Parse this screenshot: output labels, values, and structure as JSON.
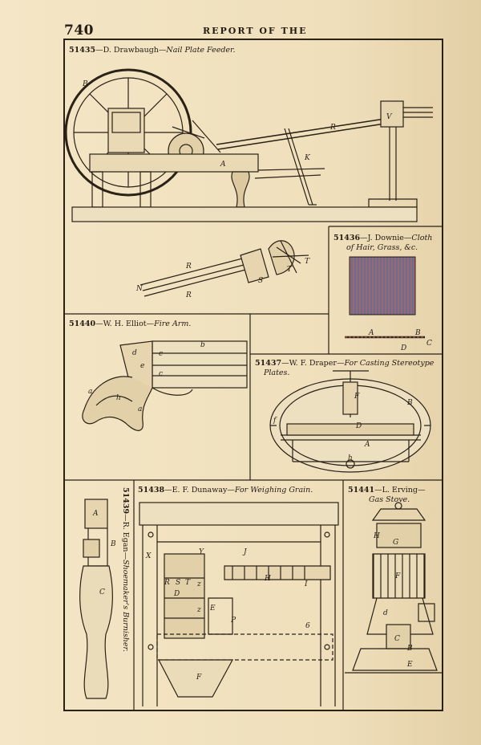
{
  "page_number": "740",
  "running_header": "REPORT OF THE",
  "figures": [
    {
      "number": "51435",
      "inventor": "D. Drawbaugh",
      "title": "Nail Plate Feeder."
    },
    {
      "number": "51436",
      "inventor": "J. Downie",
      "title": "Cloth of Hair, Grass, &c.",
      "title_line1": "Cloth",
      "title_line2": "of Hair, Grass, &c."
    },
    {
      "number": "51440",
      "inventor": "W. H. Elliot",
      "title": "Fire Arm."
    },
    {
      "number": "51437",
      "inventor": "W. F. Draper",
      "title": "For Casting Stereotype Plates.",
      "title_line1": "For Casting Stereotype",
      "title_line2": "Plates."
    },
    {
      "number": "51439",
      "inventor": "R. Egan",
      "title": "Shoemaker's Burnisher."
    },
    {
      "number": "51438",
      "inventor": "E. F. Dunaway",
      "title": "For Weighing Grain."
    },
    {
      "number": "51441",
      "inventor": "L. Erving",
      "title": "Gas Stove."
    }
  ],
  "separator": "—",
  "figure_letters": {
    "fig51435": [
      "B",
      "A",
      "K",
      "R",
      "V",
      "R",
      "R",
      "N",
      "S",
      "T",
      "T"
    ],
    "fig51436": [
      "A",
      "B",
      "C",
      "D"
    ],
    "fig51440": [
      "d",
      "c",
      "b",
      "e",
      "c",
      "a",
      "h",
      "a"
    ],
    "fig51437": [
      "F",
      "B",
      "f",
      "D",
      "A",
      "h"
    ],
    "fig51439": [
      "A",
      "B",
      "C"
    ],
    "fig51438": [
      "X",
      "Y",
      "J",
      "R",
      "S",
      "T",
      "z",
      "D",
      "H",
      "I",
      "z",
      "E",
      "P",
      "F",
      "6"
    ],
    "fig51441": [
      "H",
      "G",
      "F",
      "d",
      "C",
      "B",
      "E"
    ]
  }
}
